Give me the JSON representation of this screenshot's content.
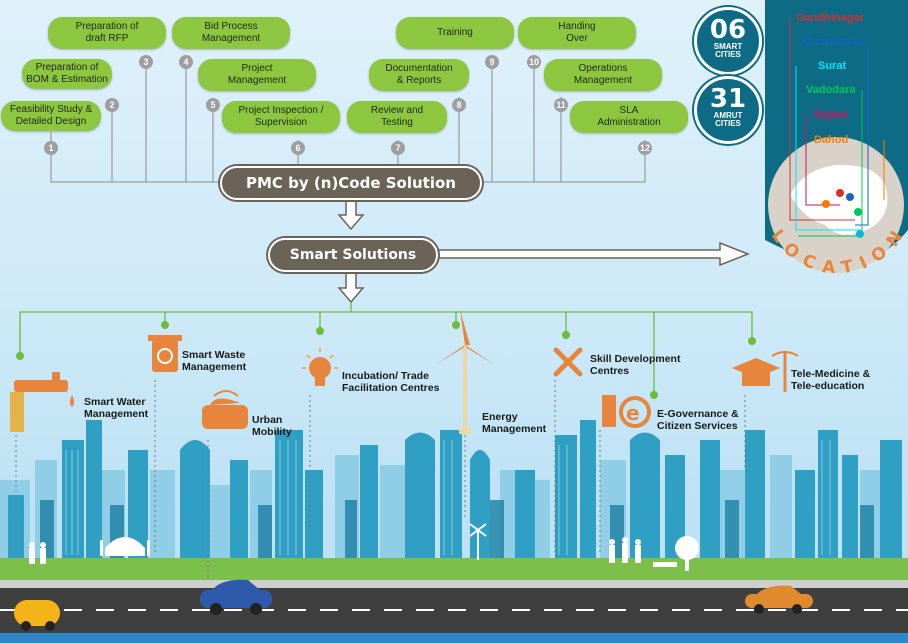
{
  "steps": [
    {
      "n": "1",
      "label": [
        "Feasibility Study &",
        "Detailed Design"
      ]
    },
    {
      "n": "2",
      "label": [
        "Preparation of",
        "BOM & Estimation"
      ]
    },
    {
      "n": "3",
      "label": [
        "Preparation of",
        "draft RFP"
      ]
    },
    {
      "n": "4",
      "label": [
        "Bid Process",
        "Management"
      ]
    },
    {
      "n": "5",
      "label": [
        "Project",
        "Management"
      ]
    },
    {
      "n": "6",
      "label": [
        "Project Inspection /",
        "Supervision"
      ]
    },
    {
      "n": "7",
      "label": [
        "Review and",
        "Testing"
      ]
    },
    {
      "n": "8",
      "label": [
        "Documentation",
        "& Reports"
      ]
    },
    {
      "n": "9",
      "label": [
        "Training"
      ]
    },
    {
      "n": "10",
      "label": [
        "Handing",
        "Over"
      ]
    },
    {
      "n": "11",
      "label": [
        "Operations",
        "Management"
      ]
    },
    {
      "n": "12",
      "label": [
        "SLA",
        "Administration"
      ]
    }
  ],
  "pmc_title": "PMC by (n)Code Solution",
  "smart_title": "Smart Solutions",
  "solutions": [
    {
      "label": [
        "Smart Water",
        "Management"
      ]
    },
    {
      "label": [
        "Smart Waste",
        "Management"
      ]
    },
    {
      "label": [
        "Urban",
        "Mobility"
      ]
    },
    {
      "label": [
        "Incubation/ Trade",
        "Facilitation Centres"
      ]
    },
    {
      "label": [
        "Energy",
        "Management"
      ]
    },
    {
      "label": [
        "Skill Development",
        "Centres"
      ]
    },
    {
      "label": [
        "E-Governance &",
        "Citizen Services"
      ]
    },
    {
      "label": [
        "Tele-Medicine &",
        "Tele-education"
      ]
    }
  ],
  "badges": [
    {
      "count": "06",
      "line1": "SMART",
      "line2": "CITIES"
    },
    {
      "count": "31",
      "line1": "AMRUT",
      "line2": "CITIES"
    }
  ],
  "cities": [
    {
      "name": "Gandhinagar",
      "color": "#d32f2f"
    },
    {
      "name": "Ahmedabad",
      "color": "#1565c0"
    },
    {
      "name": "Surat",
      "color": "#00e5ff"
    },
    {
      "name": "Vadodara",
      "color": "#00c853"
    },
    {
      "name": "Rajkot",
      "color": "#c2185b"
    },
    {
      "name": "Dahod",
      "color": "#f57c00"
    }
  ],
  "locations_label": "LOCATIONS",
  "colors": {
    "pill": "#8dc63f",
    "main": "#6b6258",
    "teal": "#0e6b86",
    "green_line": "#6dbb3a",
    "accent": "#e8853d"
  }
}
